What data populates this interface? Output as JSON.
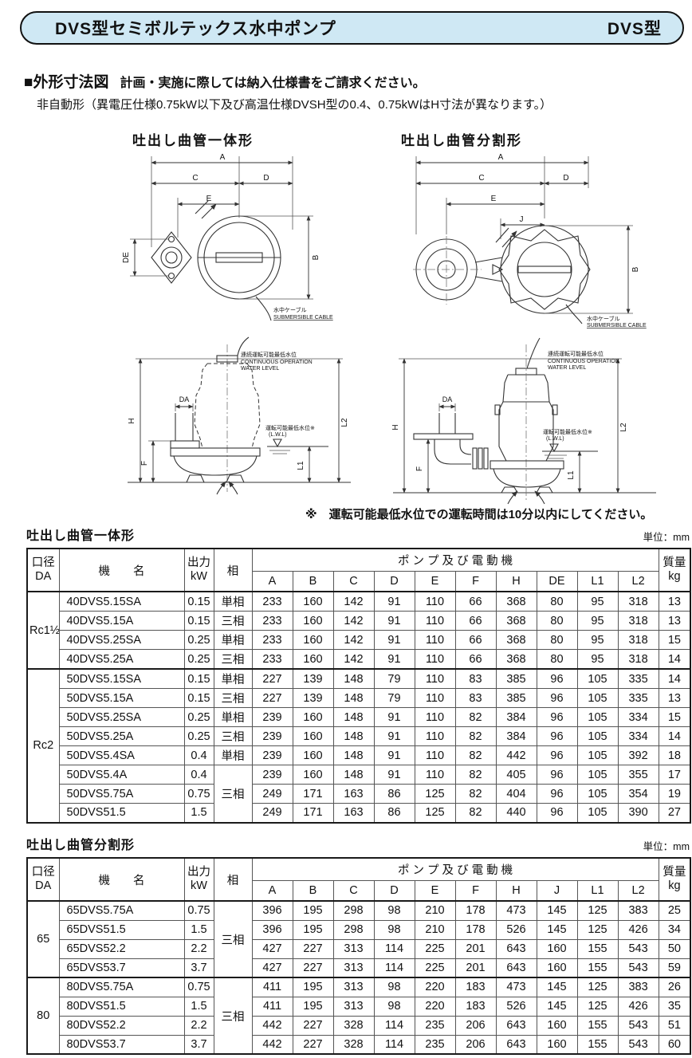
{
  "colors": {
    "header_bg": "#cfe8f4",
    "header_border": "#111111",
    "line": "#333333"
  },
  "header": {
    "title": "DVS型セミボルテックス水中ポンプ",
    "model": "DVS型"
  },
  "section": {
    "heading": "■外形寸法図",
    "heading_note": "計画・実施に際しては納入仕様書をご請求ください。",
    "subnote": "非自動形（異電圧仕様0.75kW以下及び高温仕様DVSH型の0.4、0.75kWはH寸法が異なります。）"
  },
  "drawings": {
    "left_title": "吐出し曲管一体形",
    "right_title": "吐出し曲管分割形",
    "cable_jp": "水中ケーブル",
    "cable_en": "SUBMERSIBLE CABLE",
    "cont_jp": "連続運転可能最低水位",
    "cont_en1": "CONTINUOUS OPERATION",
    "cont_en2": "WATER LEVEL",
    "lwl_jp": "運転可能最低水位※",
    "lwl_en": "(L.W.L)"
  },
  "dim_labels": {
    "A": "A",
    "B": "B",
    "C": "C",
    "D": "D",
    "E": "E",
    "J": "J",
    "DE": "DE",
    "H": "H",
    "F": "F",
    "DA": "DA",
    "L1": "L1",
    "L2": "L2"
  },
  "note": "※　運転可能最低水位での運転時間は10分以内にしてください。",
  "unit_label": "単位：mm",
  "tables": [
    {
      "title": "吐出し曲管一体形",
      "headers": {
        "bore1": "口径",
        "bore2": "DA",
        "model": "機　　名",
        "output1": "出力",
        "output2": "kW",
        "phase": "相",
        "group": "ポ ン プ 及 び 電 動 機",
        "weight1": "質量",
        "weight2": "kg"
      },
      "dim_headers": [
        "A",
        "B",
        "C",
        "D",
        "E",
        "F",
        "H",
        "DE",
        "L1",
        "L2"
      ],
      "groups": [
        {
          "bore": "Rc1½",
          "rows": [
            {
              "model": "40DVS5.15SA",
              "kw": "0.15",
              "phase": "単相",
              "dims": [
                233,
                160,
                142,
                91,
                110,
                66,
                368,
                80,
                95,
                318
              ],
              "weight": 13
            },
            {
              "model": "40DVS5.15A",
              "kw": "0.15",
              "phase": "三相",
              "dims": [
                233,
                160,
                142,
                91,
                110,
                66,
                368,
                80,
                95,
                318
              ],
              "weight": 13
            },
            {
              "model": "40DVS5.25SA",
              "kw": "0.25",
              "phase": "単相",
              "dims": [
                233,
                160,
                142,
                91,
                110,
                66,
                368,
                80,
                95,
                318
              ],
              "weight": 15
            },
            {
              "model": "40DVS5.25A",
              "kw": "0.25",
              "phase": "三相",
              "dims": [
                233,
                160,
                142,
                91,
                110,
                66,
                368,
                80,
                95,
                318
              ],
              "weight": 14
            }
          ]
        },
        {
          "bore": "Rc2",
          "rows": [
            {
              "model": "50DVS5.15SA",
              "kw": "0.15",
              "phase": "単相",
              "dims": [
                227,
                139,
                148,
                79,
                110,
                83,
                385,
                96,
                105,
                335
              ],
              "weight": 14
            },
            {
              "model": "50DVS5.15A",
              "kw": "0.15",
              "phase": "三相",
              "dims": [
                227,
                139,
                148,
                79,
                110,
                83,
                385,
                96,
                105,
                335
              ],
              "weight": 13
            },
            {
              "model": "50DVS5.25SA",
              "kw": "0.25",
              "phase": "単相",
              "dims": [
                239,
                160,
                148,
                91,
                110,
                82,
                384,
                96,
                105,
                334
              ],
              "weight": 15
            },
            {
              "model": "50DVS5.25A",
              "kw": "0.25",
              "phase": "三相",
              "dims": [
                239,
                160,
                148,
                91,
                110,
                82,
                384,
                96,
                105,
                334
              ],
              "weight": 14
            },
            {
              "model": "50DVS5.4SA",
              "kw": "0.4",
              "phase": "単相",
              "dims": [
                239,
                160,
                148,
                91,
                110,
                82,
                442,
                96,
                105,
                392
              ],
              "weight": 18
            },
            {
              "model": "50DVS5.4A",
              "kw": "0.4",
              "phase": "三相",
              "phase_span": 3,
              "dims": [
                239,
                160,
                148,
                91,
                110,
                82,
                405,
                96,
                105,
                355
              ],
              "weight": 17
            },
            {
              "model": "50DVS5.75A",
              "kw": "0.75",
              "phase": null,
              "dims": [
                249,
                171,
                163,
                86,
                125,
                82,
                404,
                96,
                105,
                354
              ],
              "weight": 19
            },
            {
              "model": "50DVS51.5",
              "kw": "1.5",
              "phase": null,
              "dims": [
                249,
                171,
                163,
                86,
                125,
                82,
                440,
                96,
                105,
                390
              ],
              "weight": 27
            }
          ]
        }
      ]
    },
    {
      "title": "吐出し曲管分割形",
      "headers": {
        "bore1": "口径",
        "bore2": "DA",
        "model": "機　　名",
        "output1": "出力",
        "output2": "kW",
        "phase": "相",
        "group": "ポ ン プ 及 び 電 動 機",
        "weight1": "質量",
        "weight2": "kg"
      },
      "dim_headers": [
        "A",
        "B",
        "C",
        "D",
        "E",
        "F",
        "H",
        "J",
        "L1",
        "L2"
      ],
      "groups": [
        {
          "bore": "65",
          "rows": [
            {
              "model": "65DVS5.75A",
              "kw": "0.75",
              "phase": "三相",
              "phase_span": 4,
              "dims": [
                396,
                195,
                298,
                98,
                210,
                178,
                473,
                145,
                125,
                383
              ],
              "weight": 25
            },
            {
              "model": "65DVS51.5",
              "kw": "1.5",
              "phase": null,
              "dims": [
                396,
                195,
                298,
                98,
                210,
                178,
                526,
                145,
                125,
                426
              ],
              "weight": 34
            },
            {
              "model": "65DVS52.2",
              "kw": "2.2",
              "phase": null,
              "dims": [
                427,
                227,
                313,
                114,
                225,
                201,
                643,
                160,
                155,
                543
              ],
              "weight": 50
            },
            {
              "model": "65DVS53.7",
              "kw": "3.7",
              "phase": null,
              "dims": [
                427,
                227,
                313,
                114,
                225,
                201,
                643,
                160,
                155,
                543
              ],
              "weight": 59
            }
          ]
        },
        {
          "bore": "80",
          "rows": [
            {
              "model": "80DVS5.75A",
              "kw": "0.75",
              "phase": "三相",
              "phase_span": 4,
              "dims": [
                411,
                195,
                313,
                98,
                220,
                183,
                473,
                145,
                125,
                383
              ],
              "weight": 26
            },
            {
              "model": "80DVS51.5",
              "kw": "1.5",
              "phase": null,
              "dims": [
                411,
                195,
                313,
                98,
                220,
                183,
                526,
                145,
                125,
                426
              ],
              "weight": 35
            },
            {
              "model": "80DVS52.2",
              "kw": "2.2",
              "phase": null,
              "dims": [
                442,
                227,
                328,
                114,
                235,
                206,
                643,
                160,
                155,
                543
              ],
              "weight": 51
            },
            {
              "model": "80DVS53.7",
              "kw": "3.7",
              "phase": null,
              "dims": [
                442,
                227,
                328,
                114,
                235,
                206,
                643,
                160,
                155,
                543
              ],
              "weight": 60
            }
          ]
        }
      ]
    }
  ]
}
